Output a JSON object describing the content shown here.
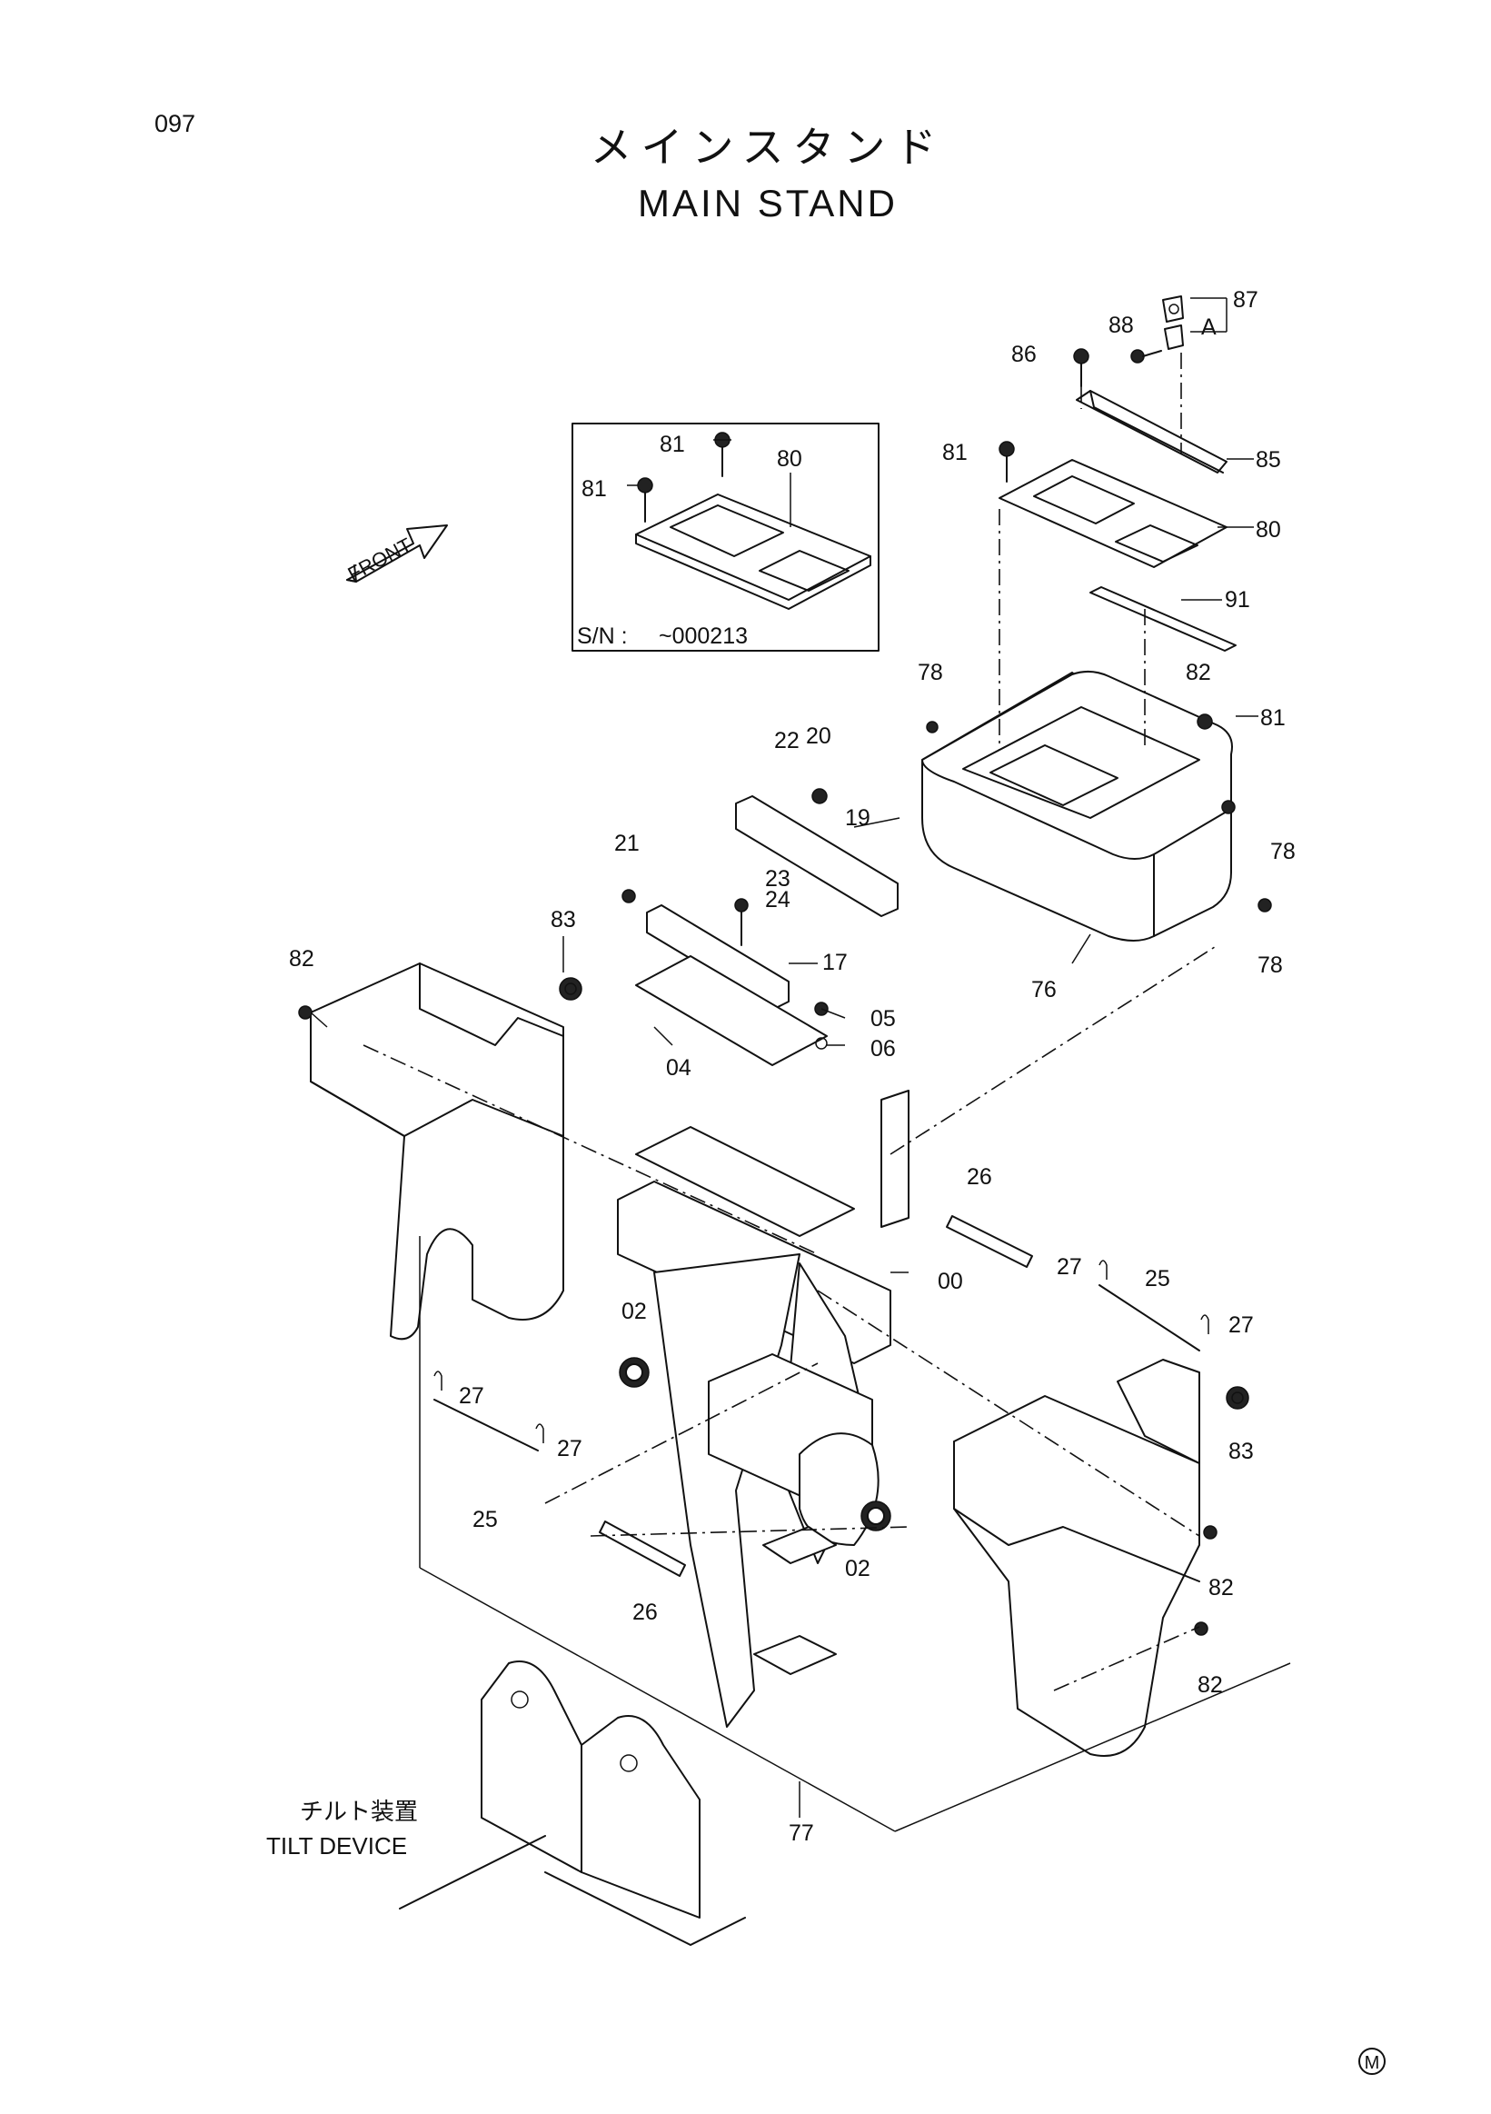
{
  "page": {
    "number": "097",
    "title_jp": "メインスタンド",
    "title_en": "MAIN STAND",
    "front_label": "FRONT",
    "inset_serial_prefix": "S/N :",
    "inset_serial_value": "~000213",
    "tilt_jp": "チルト装置",
    "tilt_en": "TILT DEVICE",
    "detail_ref": "A",
    "circle_mark": "M"
  },
  "callouts": [
    {
      "id": "c87",
      "text": "87"
    },
    {
      "id": "c88",
      "text": "88"
    },
    {
      "id": "c86",
      "text": "86"
    },
    {
      "id": "c85",
      "text": "85"
    },
    {
      "id": "c81a",
      "text": "81"
    },
    {
      "id": "c80a",
      "text": "80"
    },
    {
      "id": "c91",
      "text": "91"
    },
    {
      "id": "c81b",
      "text": "81"
    },
    {
      "id": "c81c",
      "text": "81"
    },
    {
      "id": "c80b",
      "text": "80"
    },
    {
      "id": "c78a",
      "text": "78"
    },
    {
      "id": "c82a",
      "text": "82"
    },
    {
      "id": "c81d",
      "text": "81"
    },
    {
      "id": "c78b",
      "text": "78"
    },
    {
      "id": "c78c",
      "text": "78"
    },
    {
      "id": "c76",
      "text": "76"
    },
    {
      "id": "c22",
      "text": "22"
    },
    {
      "id": "c20",
      "text": "20"
    },
    {
      "id": "c19",
      "text": "19"
    },
    {
      "id": "c21",
      "text": "21"
    },
    {
      "id": "c23",
      "text": "23"
    },
    {
      "id": "c24",
      "text": "24"
    },
    {
      "id": "c17",
      "text": "17"
    },
    {
      "id": "c83a",
      "text": "83"
    },
    {
      "id": "c82b",
      "text": "82"
    },
    {
      "id": "c05",
      "text": "05"
    },
    {
      "id": "c06",
      "text": "06"
    },
    {
      "id": "c04",
      "text": "04"
    },
    {
      "id": "c26a",
      "text": "26"
    },
    {
      "id": "c27a",
      "text": "27"
    },
    {
      "id": "c25a",
      "text": "25"
    },
    {
      "id": "c00",
      "text": "00"
    },
    {
      "id": "c27b",
      "text": "27"
    },
    {
      "id": "c02a",
      "text": "02"
    },
    {
      "id": "c27c",
      "text": "27"
    },
    {
      "id": "c27d",
      "text": "27"
    },
    {
      "id": "c25b",
      "text": "25"
    },
    {
      "id": "c83b",
      "text": "83"
    },
    {
      "id": "c02b",
      "text": "02"
    },
    {
      "id": "c26b",
      "text": "26"
    },
    {
      "id": "c82c",
      "text": "82"
    },
    {
      "id": "c82d",
      "text": "82"
    },
    {
      "id": "c77",
      "text": "77"
    }
  ]
}
